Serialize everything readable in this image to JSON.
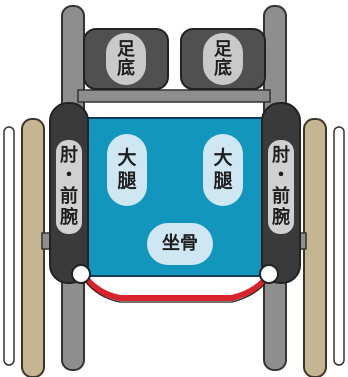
{
  "labels": {
    "foot_left": [
      "足",
      "底"
    ],
    "foot_right": [
      "足",
      "底"
    ],
    "elbow_left": [
      "肘",
      "・",
      "前",
      "腕"
    ],
    "elbow_right": [
      "肘",
      "・",
      "前",
      "腕"
    ],
    "thigh_left": [
      "大",
      "腿"
    ],
    "thigh_right": [
      "大",
      "腿"
    ],
    "sitbone": "坐骨"
  },
  "colors": {
    "seat": "#1396bd",
    "seat_outline": "#0b3b55",
    "pad": "#cfe7f3",
    "frame": "#8e8e8e",
    "frame_dark": "#3a3a3a",
    "armrest_label_bg": "#d0d0d0",
    "footplate": "#505050",
    "footplate_label_bg": "#c9c9c9",
    "wheel": "#c6b593",
    "strap": "#d8232a"
  }
}
